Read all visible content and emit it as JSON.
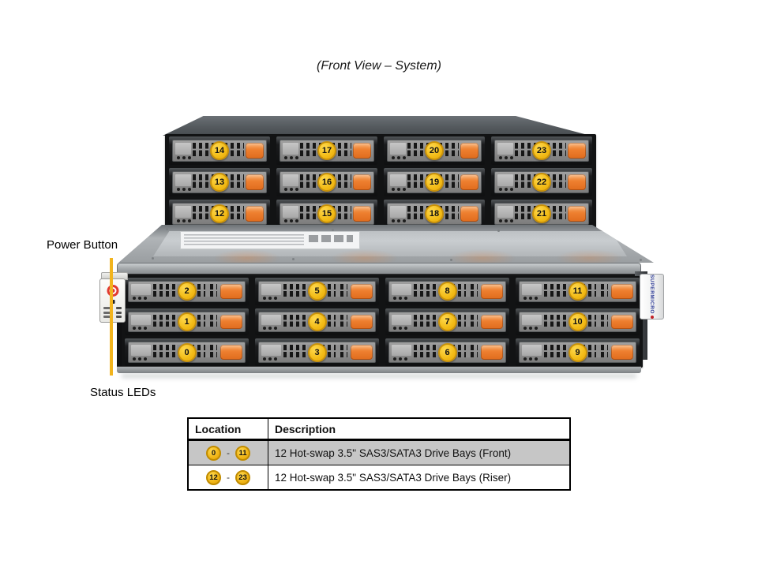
{
  "title": "(Front View – System)",
  "callouts": {
    "power_button": "Power Button",
    "status_leds": "Status LEDs"
  },
  "branding": {
    "name": "SUPERMICRO"
  },
  "bays": {
    "riser": [
      [
        14,
        17,
        20,
        23
      ],
      [
        13,
        16,
        19,
        22
      ],
      [
        12,
        15,
        18,
        21
      ]
    ],
    "front": [
      [
        2,
        5,
        8,
        11
      ],
      [
        1,
        4,
        7,
        10
      ],
      [
        0,
        3,
        6,
        9
      ]
    ]
  },
  "table": {
    "headers": [
      "Location",
      "Description"
    ],
    "rows": [
      {
        "from": "0",
        "to": "11",
        "desc": "12 Hot-swap 3.5\" SAS3/SATA3 Drive Bays (Front)"
      },
      {
        "from": "12",
        "to": "23",
        "desc": "12 Hot-swap 3.5\" SAS3/SATA3 Drive Bays (Riser)"
      }
    ]
  },
  "colors": {
    "latch_orange": "#ee7f2f",
    "badge_gold": "#f2bb16",
    "callout_yellow": "#f2b41d",
    "table_shade_gray": "#c6c6c6"
  }
}
